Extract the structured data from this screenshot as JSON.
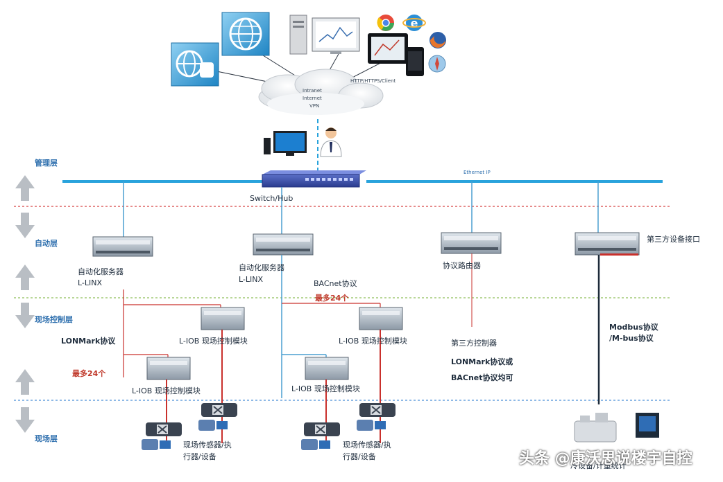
{
  "layers": {
    "management": "管理层",
    "automation": "自动层",
    "field_control": "现场控制层",
    "field_device": "现场层"
  },
  "cloud": {
    "line1": "Intranet",
    "line2": "Internet",
    "line3": "VPN",
    "client_label": "HTTP/HTTPS/Client"
  },
  "network": {
    "switch_label": "Switch/Hub",
    "ethernet_label": "Ethernet IP"
  },
  "devices": {
    "server1_name": "自动化服务器",
    "server1_model": "L-LINX",
    "server2_name": "自动化服务器",
    "server2_model": "L-LINX",
    "router_name": "协议路由器",
    "third_party_interface": "第三方设备接口"
  },
  "protocols": {
    "bacnet": "BACnet协议",
    "lonmark": "LONMark协议",
    "modbus_line1": "Modbus协议",
    "modbus_line2": "/M-bus协议",
    "max24_a": "最多24个",
    "max24_b": "最多24个"
  },
  "modules": {
    "iob1": "L-IOB 现场控制模块",
    "iob2": "L-IOB 现场控制模块",
    "iob3": "L-IOB 现场控制模块",
    "iob4": "L-IOB 现场控制模块"
  },
  "third_party": {
    "controller": "第三方控制器",
    "lonmark": "LONMark协议或",
    "bacnet": "BACnet协议均可"
  },
  "field_devices": {
    "label1_line1": "现场传感器/执",
    "label1_line2": "行器/设备",
    "label2_line1": "现场传感器/执",
    "label2_line2": "行器/设备",
    "meter_label": "冷设备/计量统计"
  },
  "watermark": "头条 @康沃思说楼宇自控",
  "colors": {
    "ethernet": "#29a3dc",
    "trunk": "#4a9fd1",
    "lon_bus": "#c9302c",
    "dash_red": "#d64545",
    "dash_green": "#8fbf5a",
    "dash_blue": "#4a8fd6",
    "arrow": "#b9bec4",
    "modbus": "#1d2b3a"
  }
}
